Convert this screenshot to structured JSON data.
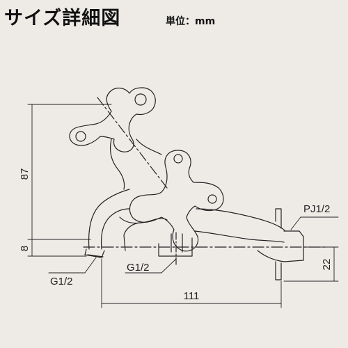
{
  "header": {
    "title": "サイズ詳細図",
    "unit": "単位：mm"
  },
  "dimensions": {
    "height_upper": "87",
    "height_lower": "8",
    "length": "111",
    "outlet_height": "22",
    "inlet_thread": "G1/2",
    "bottom_thread": "G1/2",
    "hose_thread": "PJ1/2"
  },
  "colors": {
    "background": "#eeebe7",
    "line": "#222222"
  }
}
